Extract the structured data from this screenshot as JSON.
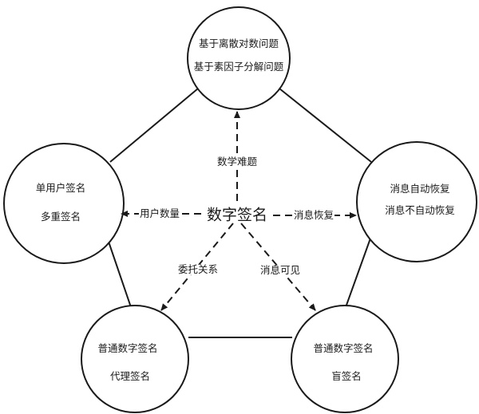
{
  "center": {
    "label": "数字签名"
  },
  "nodes": {
    "top": {
      "lines": [
        "基于离散对数问题",
        "基于素因子分解问题"
      ]
    },
    "left": {
      "lines": [
        "单用户签名",
        "多重签名"
      ]
    },
    "right": {
      "lines": [
        "消息自动恢复",
        "消息不自动恢复"
      ]
    },
    "bottom_left": {
      "lines": [
        "普通数字签名",
        "代理签名"
      ]
    },
    "bottom_right": {
      "lines": [
        "普通数字签名",
        "盲签名"
      ]
    }
  },
  "edges": {
    "top": "数学难题",
    "left": "用户数量",
    "right": "消息恢复",
    "bottom_left": "委托关系",
    "bottom_right": "消息可见"
  },
  "colors": {
    "stroke": "#1a1a1a",
    "background": "#ffffff"
  }
}
